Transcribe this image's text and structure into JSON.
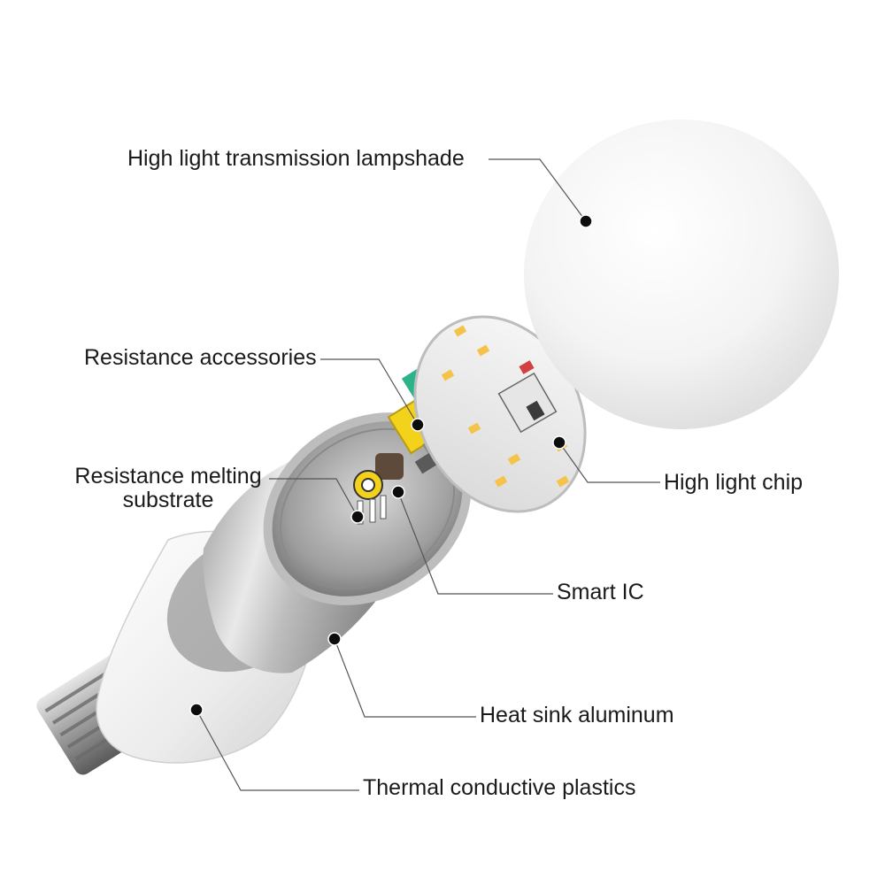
{
  "labels": {
    "lampshade": "High light transmission lampshade",
    "resistance_accessories": "Resistance accessories",
    "resistance_melting_line1": "Resistance melting",
    "resistance_melting_line2": "substrate",
    "high_light_chip": "High light chip",
    "smart_ic": "Smart IC",
    "heat_sink": "Heat sink aluminum",
    "thermal_plastics": "Thermal conductive plastics"
  },
  "colors": {
    "leader_line": "#555555",
    "marker_dot": "#0d0d0d",
    "led_chip": "#f5c24a",
    "resistor_yellow": "#f2d21a",
    "capacitor_green": "#2db38a",
    "pcb_white": "#f2f2f2",
    "aluminum": "#c9c9c9"
  }
}
